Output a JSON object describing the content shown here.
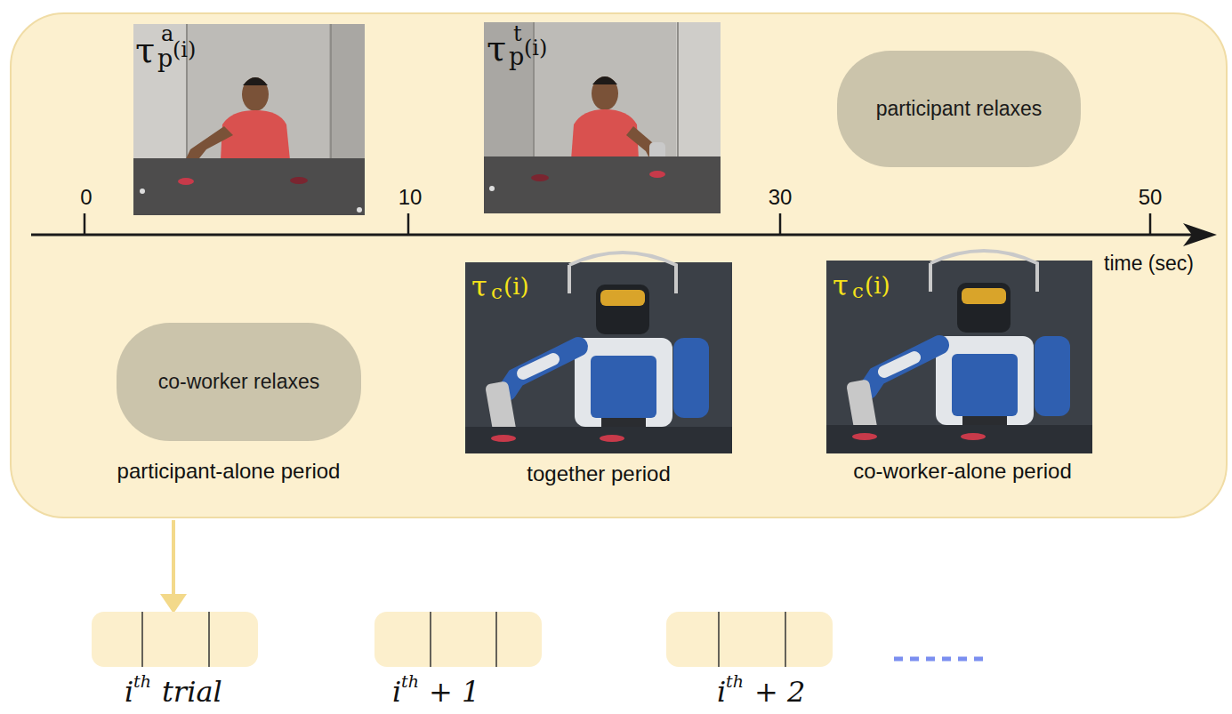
{
  "diagram": {
    "nodes": [
      {
        "text": [
          "participant relaxes"
        ]
      },
      {
        "text": [
          "co-worker relaxes"
        ]
      }
    ],
    "labels": [
      "τ",
      "a",
      "p",
      "(i)",
      "τ",
      "t",
      "p",
      "(i)",
      "0",
      "10",
      "30",
      "50",
      "time (sec)",
      "τ",
      "c",
      "(i)",
      "τ",
      "c",
      "(i)",
      "participant-alone period",
      "together period",
      "co-worker-alone period",
      "i",
      "th",
      "trial",
      "i",
      "th",
      "+ 1",
      "i",
      "th",
      "+ 2"
    ]
  }
}
